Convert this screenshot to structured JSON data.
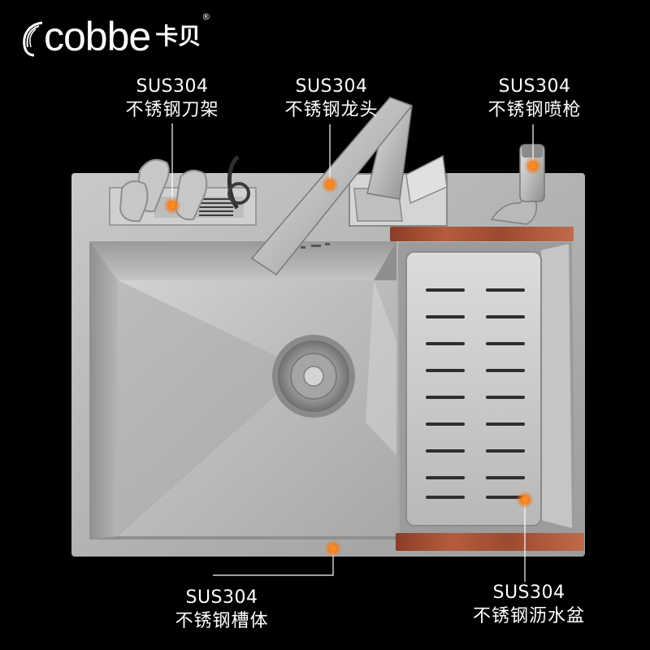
{
  "brand": {
    "name_en": "cobbe",
    "name_cn": "卡贝",
    "registered_mark": "®"
  },
  "callouts": [
    {
      "id": "knife-rack",
      "material": "SUS304",
      "name": "不锈钢刀架"
    },
    {
      "id": "faucet",
      "material": "SUS304",
      "name": "不锈钢龙头"
    },
    {
      "id": "sprayer",
      "material": "SUS304",
      "name": "不锈钢喷枪"
    },
    {
      "id": "sink-body",
      "material": "SUS304",
      "name": "不锈钢槽体"
    },
    {
      "id": "drain-basket",
      "material": "SUS304",
      "name": "不锈钢沥水盆"
    }
  ],
  "colors": {
    "background": "#000000",
    "text": "#ffffff",
    "marker": "#f07a1a",
    "steel": "#b9b9b9",
    "wood": "#a24f34"
  }
}
